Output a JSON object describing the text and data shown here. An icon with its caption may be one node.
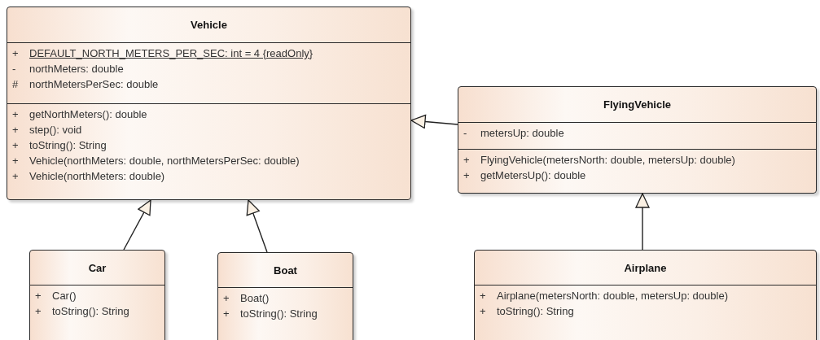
{
  "diagram": {
    "nodes": [
      {
        "text": [
          "Vehicle"
        ]
      },
      {
        "text": [
          "+ DEFAULT_NORTH_METERS_PER_SEC: int = 4 {readOnly}",
          "- northMeters: double",
          "# northMetersPerSec: double"
        ],
        "in": 0
      },
      {
        "text": [
          "+ getNorthMeters(): double",
          "+ step(): void",
          "+ toString(): String",
          "+ Vehicle(northMeters: double, northMetersPerSec: double)",
          "+ Vehicle(northMeters: double)"
        ],
        "in": 0
      },
      {
        "text": [
          "FlyingVehicle"
        ]
      },
      {
        "text": [
          "- metersUp: double"
        ],
        "in": 3
      },
      {
        "text": [
          "+ FlyingVehicle(metersNorth: double, metersUp: double)",
          "+ getMetersUp(): double"
        ],
        "in": 3
      },
      {
        "text": [
          "Car"
        ]
      },
      {
        "text": [
          "+ Car()",
          "+ toString(): String"
        ],
        "in": 6
      },
      {
        "text": [
          "Boat"
        ]
      },
      {
        "text": [
          "+ Boat()",
          "+ toString(): String"
        ],
        "in": 8
      },
      {
        "text": [
          "Airplane"
        ]
      },
      {
        "text": [
          "+ Airplane(metersNorth: double, metersUp: double)",
          "+ toString(): String"
        ],
        "in": 10
      }
    ],
    "edges": [
      {
        "from": 6,
        "to": 0,
        "arrow": "to"
      },
      {
        "from": 8,
        "to": 0,
        "arrow": "to"
      },
      {
        "from": 3,
        "to": 0,
        "arrow": "to"
      },
      {
        "from": 10,
        "to": 3,
        "arrow": "to"
      }
    ]
  }
}
